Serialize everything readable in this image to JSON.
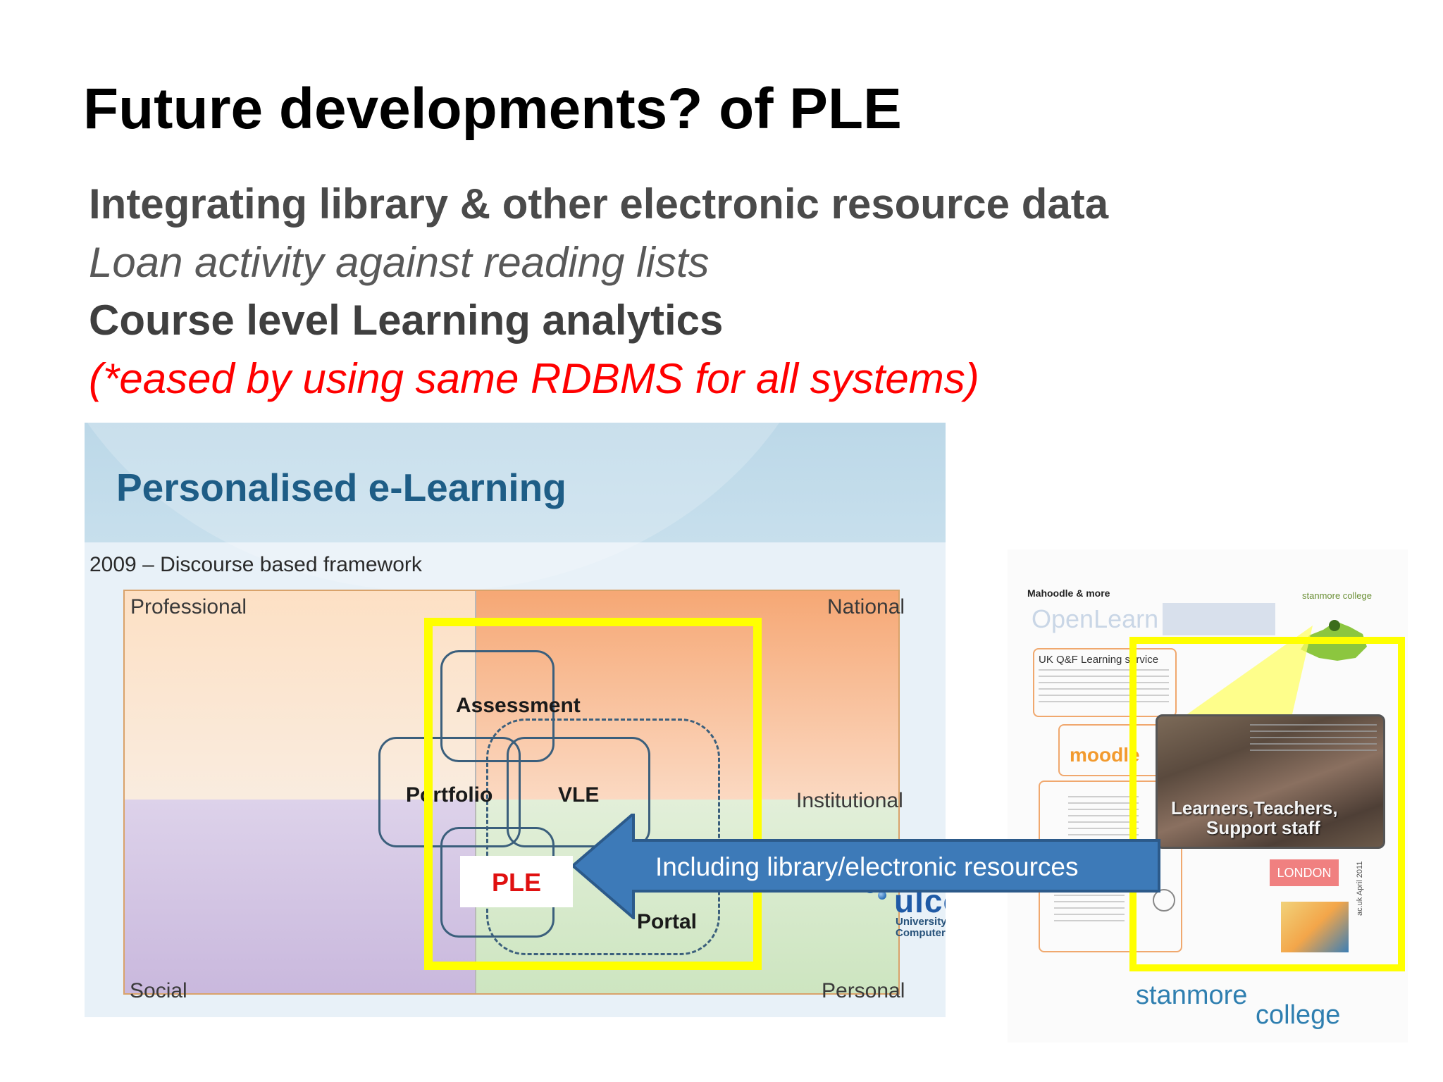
{
  "slide": {
    "title": "Future developments? of PLE",
    "bullets": [
      "Integrating library & other electronic resource data",
      "Loan activity against reading lists",
      "Course level Learning analytics",
      "(*eased by using same RDBMS for all systems)"
    ]
  },
  "diagram": {
    "title": "Personalised e-Learning",
    "subtitle": "2009 – Discourse based framework",
    "quadrant_labels": {
      "professional": "Professional",
      "national": "National",
      "institutional": "Institutional",
      "social": "Social",
      "personal": "Personal"
    },
    "nodes": {
      "assessment": "Assessment",
      "portfolio": "Portfolio",
      "vle": "VLE",
      "portal": "Portal",
      "ple": "PLE"
    },
    "callout": "Including library/electronic resources",
    "logo": {
      "word": "ulcc",
      "line1": "University of London",
      "line2": "Computer Centre"
    },
    "colors": {
      "highlight": "#ffff00",
      "callout": "#3d7ab8",
      "ple_text": "#e01010",
      "bullet_red": "#ff0000"
    }
  },
  "thumbnail": {
    "header": "Mahoodle & more",
    "openlearn": "OpenLearn",
    "stanmore_small": "stanmore college",
    "qaf": "UK Q&F Learning service",
    "moodle": "moodle",
    "photo_caption_1": "Learners,Teachers,",
    "photo_caption_2": "Support staff",
    "london": "LONDON",
    "rotated": "ac.uk April 2011",
    "stanmore_1": "stanmore",
    "stanmore_2": "college"
  }
}
